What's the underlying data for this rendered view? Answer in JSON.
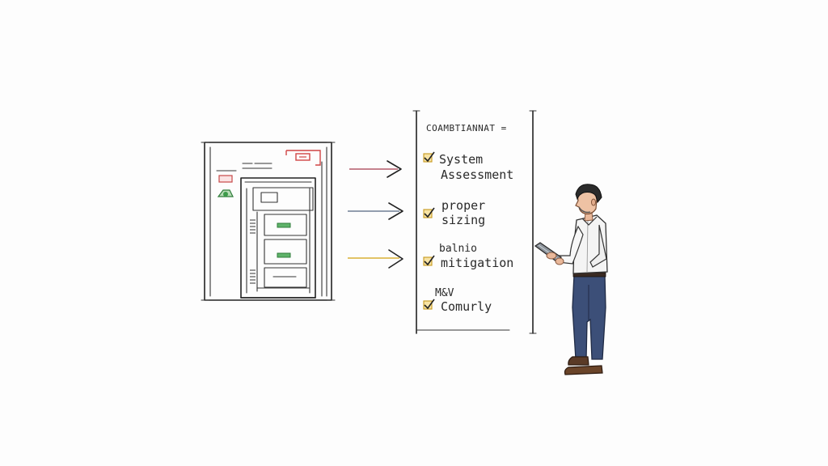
{
  "checklist": {
    "title": "COAMBTIANNAT =",
    "items": [
      {
        "lines": [
          "System",
          "Assessment"
        ],
        "checked": true
      },
      {
        "lines": [
          "proper",
          "sizing"
        ],
        "checked": true
      },
      {
        "lines": [
          "balnio",
          "mitigation"
        ],
        "checked": true
      },
      {
        "lines": [
          "M&V",
          "Comurly"
        ],
        "checked": true
      }
    ]
  },
  "colors": {
    "ink": "#222222",
    "arrow_red": "#b4596a",
    "arrow_blue": "#6f7f95",
    "arrow_yellow": "#d9b034",
    "accent_red": "#d04545",
    "accent_green": "#3d9b4a",
    "check_yellow": "#e3b53c",
    "shirt": "#f4f4f4",
    "trousers": "#3c4f78",
    "shoes": "#5a3a26",
    "hair": "#2b2b2b"
  },
  "icons": [
    "equipment-panel-icon",
    "arrow-icon",
    "checkbox-icon",
    "person-with-tablet-icon"
  ]
}
